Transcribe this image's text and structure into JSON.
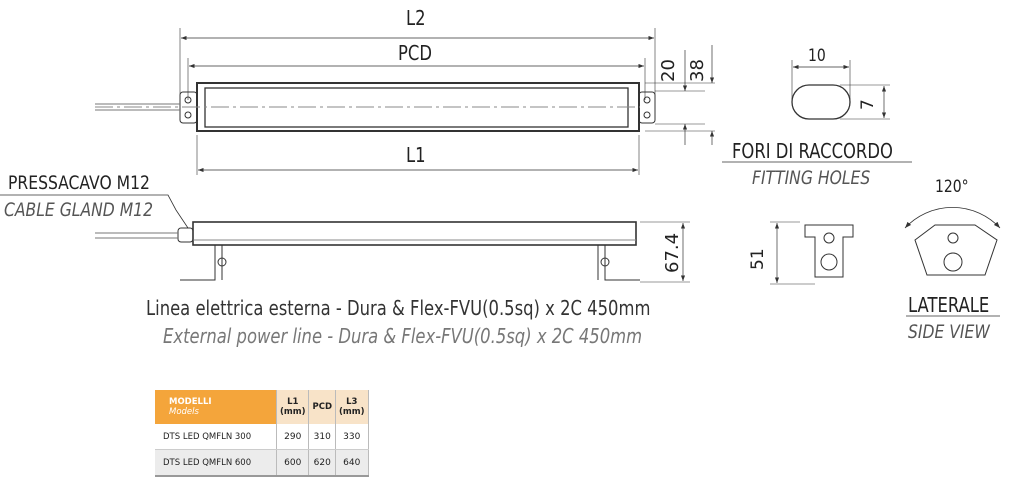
{
  "top_view": {
    "l2": "L2",
    "pcd": "PCD",
    "l1": "L1",
    "dim_20": "20",
    "dim_38": "38"
  },
  "side_view": {
    "dim_67_4": "67.4",
    "gland_it": "PRESSACAVO M12",
    "gland_en": "CABLE GLAND M12"
  },
  "caption": {
    "it": "Linea elettrica esterna - Dura & Flex-FVU(0.5sq) x 2C 450mm",
    "en": "External power line - Dura & Flex-FVU(0.5sq) x 2C 450mm"
  },
  "fitting": {
    "dim_10": "10",
    "dim_7": "7",
    "title_it": "FORI DI RACCORDO",
    "title_en": "FITTING HOLES"
  },
  "lateral": {
    "dim_51": "51",
    "angle": "120°",
    "title_it": "LATERALE",
    "title_en": "SIDE VIEW"
  },
  "table": {
    "header": {
      "models_it": "MODELLI",
      "models_en": "Models",
      "l1": "L1",
      "l1_unit": "(mm)",
      "pcd": "PCD",
      "l3": "L3",
      "l3_unit": "(mm)"
    },
    "rows": [
      {
        "model": "DTS  LED QMFLN 300",
        "l1": "290",
        "pcd": "310",
        "l3": "330"
      },
      {
        "model": "DTS  LED QMFLN 600",
        "l1": "600",
        "pcd": "620",
        "l3": "640"
      }
    ]
  },
  "colors": {
    "header": "#f4a53b",
    "line": "#333333"
  }
}
